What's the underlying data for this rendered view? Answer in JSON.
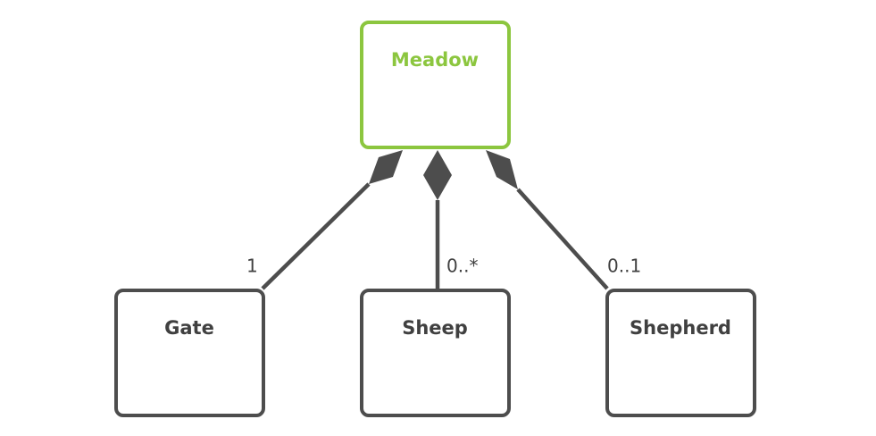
{
  "diagram": {
    "type": "uml-class-composition",
    "colors": {
      "whole_class": "#8cc63f",
      "part_class": "#4d4d4d",
      "connector": "#4d4d4d",
      "text_dark": "#404040"
    },
    "whole": {
      "name": "Meadow"
    },
    "parts": [
      {
        "name": "Gate",
        "multiplicity": "1"
      },
      {
        "name": "Sheep",
        "multiplicity": "0..*"
      },
      {
        "name": "Shepherd",
        "multiplicity": "0..1"
      }
    ]
  }
}
